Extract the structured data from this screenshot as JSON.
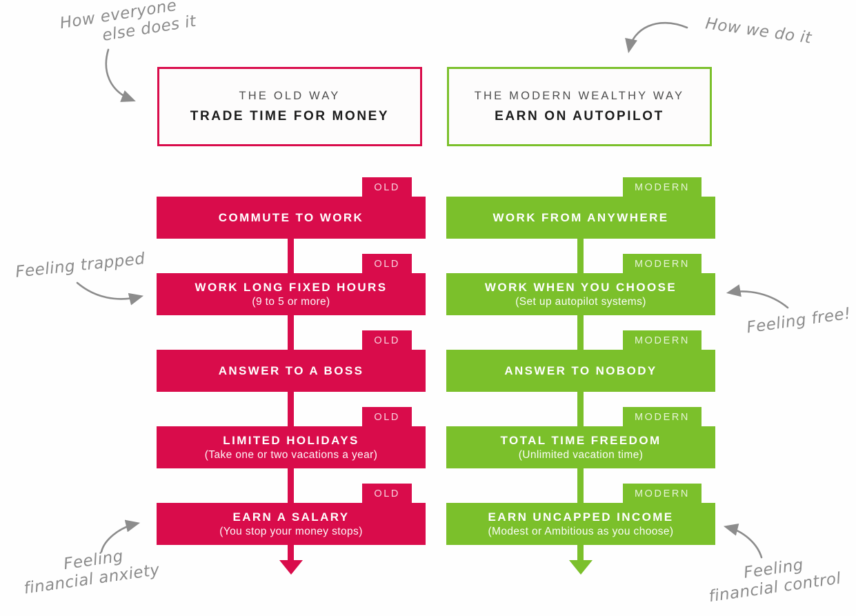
{
  "colors": {
    "old": "#d90c4b",
    "modern": "#7bc02b",
    "annotation": "#8c8c8c"
  },
  "annotations": {
    "top_left": {
      "line1": "How everyone",
      "line2": "else does it"
    },
    "top_right": {
      "text": "How we do it"
    },
    "mid_left": {
      "text": "Feeling trapped"
    },
    "mid_right": {
      "text": "Feeling free!"
    },
    "bottom_left": {
      "line1": "Feeling",
      "line2": "financial anxiety"
    },
    "bottom_right": {
      "line1": "Feeling",
      "line2": "financial control"
    }
  },
  "old_column": {
    "header": {
      "subtitle": "THE OLD WAY",
      "title": "TRADE TIME FOR MONEY"
    },
    "tag": "OLD",
    "steps": [
      {
        "title": "COMMUTE TO WORK",
        "subtitle": ""
      },
      {
        "title": "WORK LONG FIXED HOURS",
        "subtitle": "(9 to 5 or more)"
      },
      {
        "title": "ANSWER TO A BOSS",
        "subtitle": ""
      },
      {
        "title": "LIMITED HOLIDAYS",
        "subtitle": "(Take one or two vacations a year)"
      },
      {
        "title": "EARN A SALARY",
        "subtitle": "(You stop your money stops)"
      }
    ]
  },
  "modern_column": {
    "header": {
      "subtitle": "THE MODERN WEALTHY WAY",
      "title": "EARN ON AUTOPILOT"
    },
    "tag": "MODERN",
    "steps": [
      {
        "title": "WORK FROM ANYWHERE",
        "subtitle": ""
      },
      {
        "title": "WORK WHEN YOU CHOOSE",
        "subtitle": "(Set up autopilot systems)"
      },
      {
        "title": "ANSWER TO NOBODY",
        "subtitle": ""
      },
      {
        "title": "TOTAL TIME FREEDOM",
        "subtitle": "(Unlimited vacation time)"
      },
      {
        "title": "EARN UNCAPPED INCOME",
        "subtitle": "(Modest or Ambitious as you choose)"
      }
    ]
  }
}
